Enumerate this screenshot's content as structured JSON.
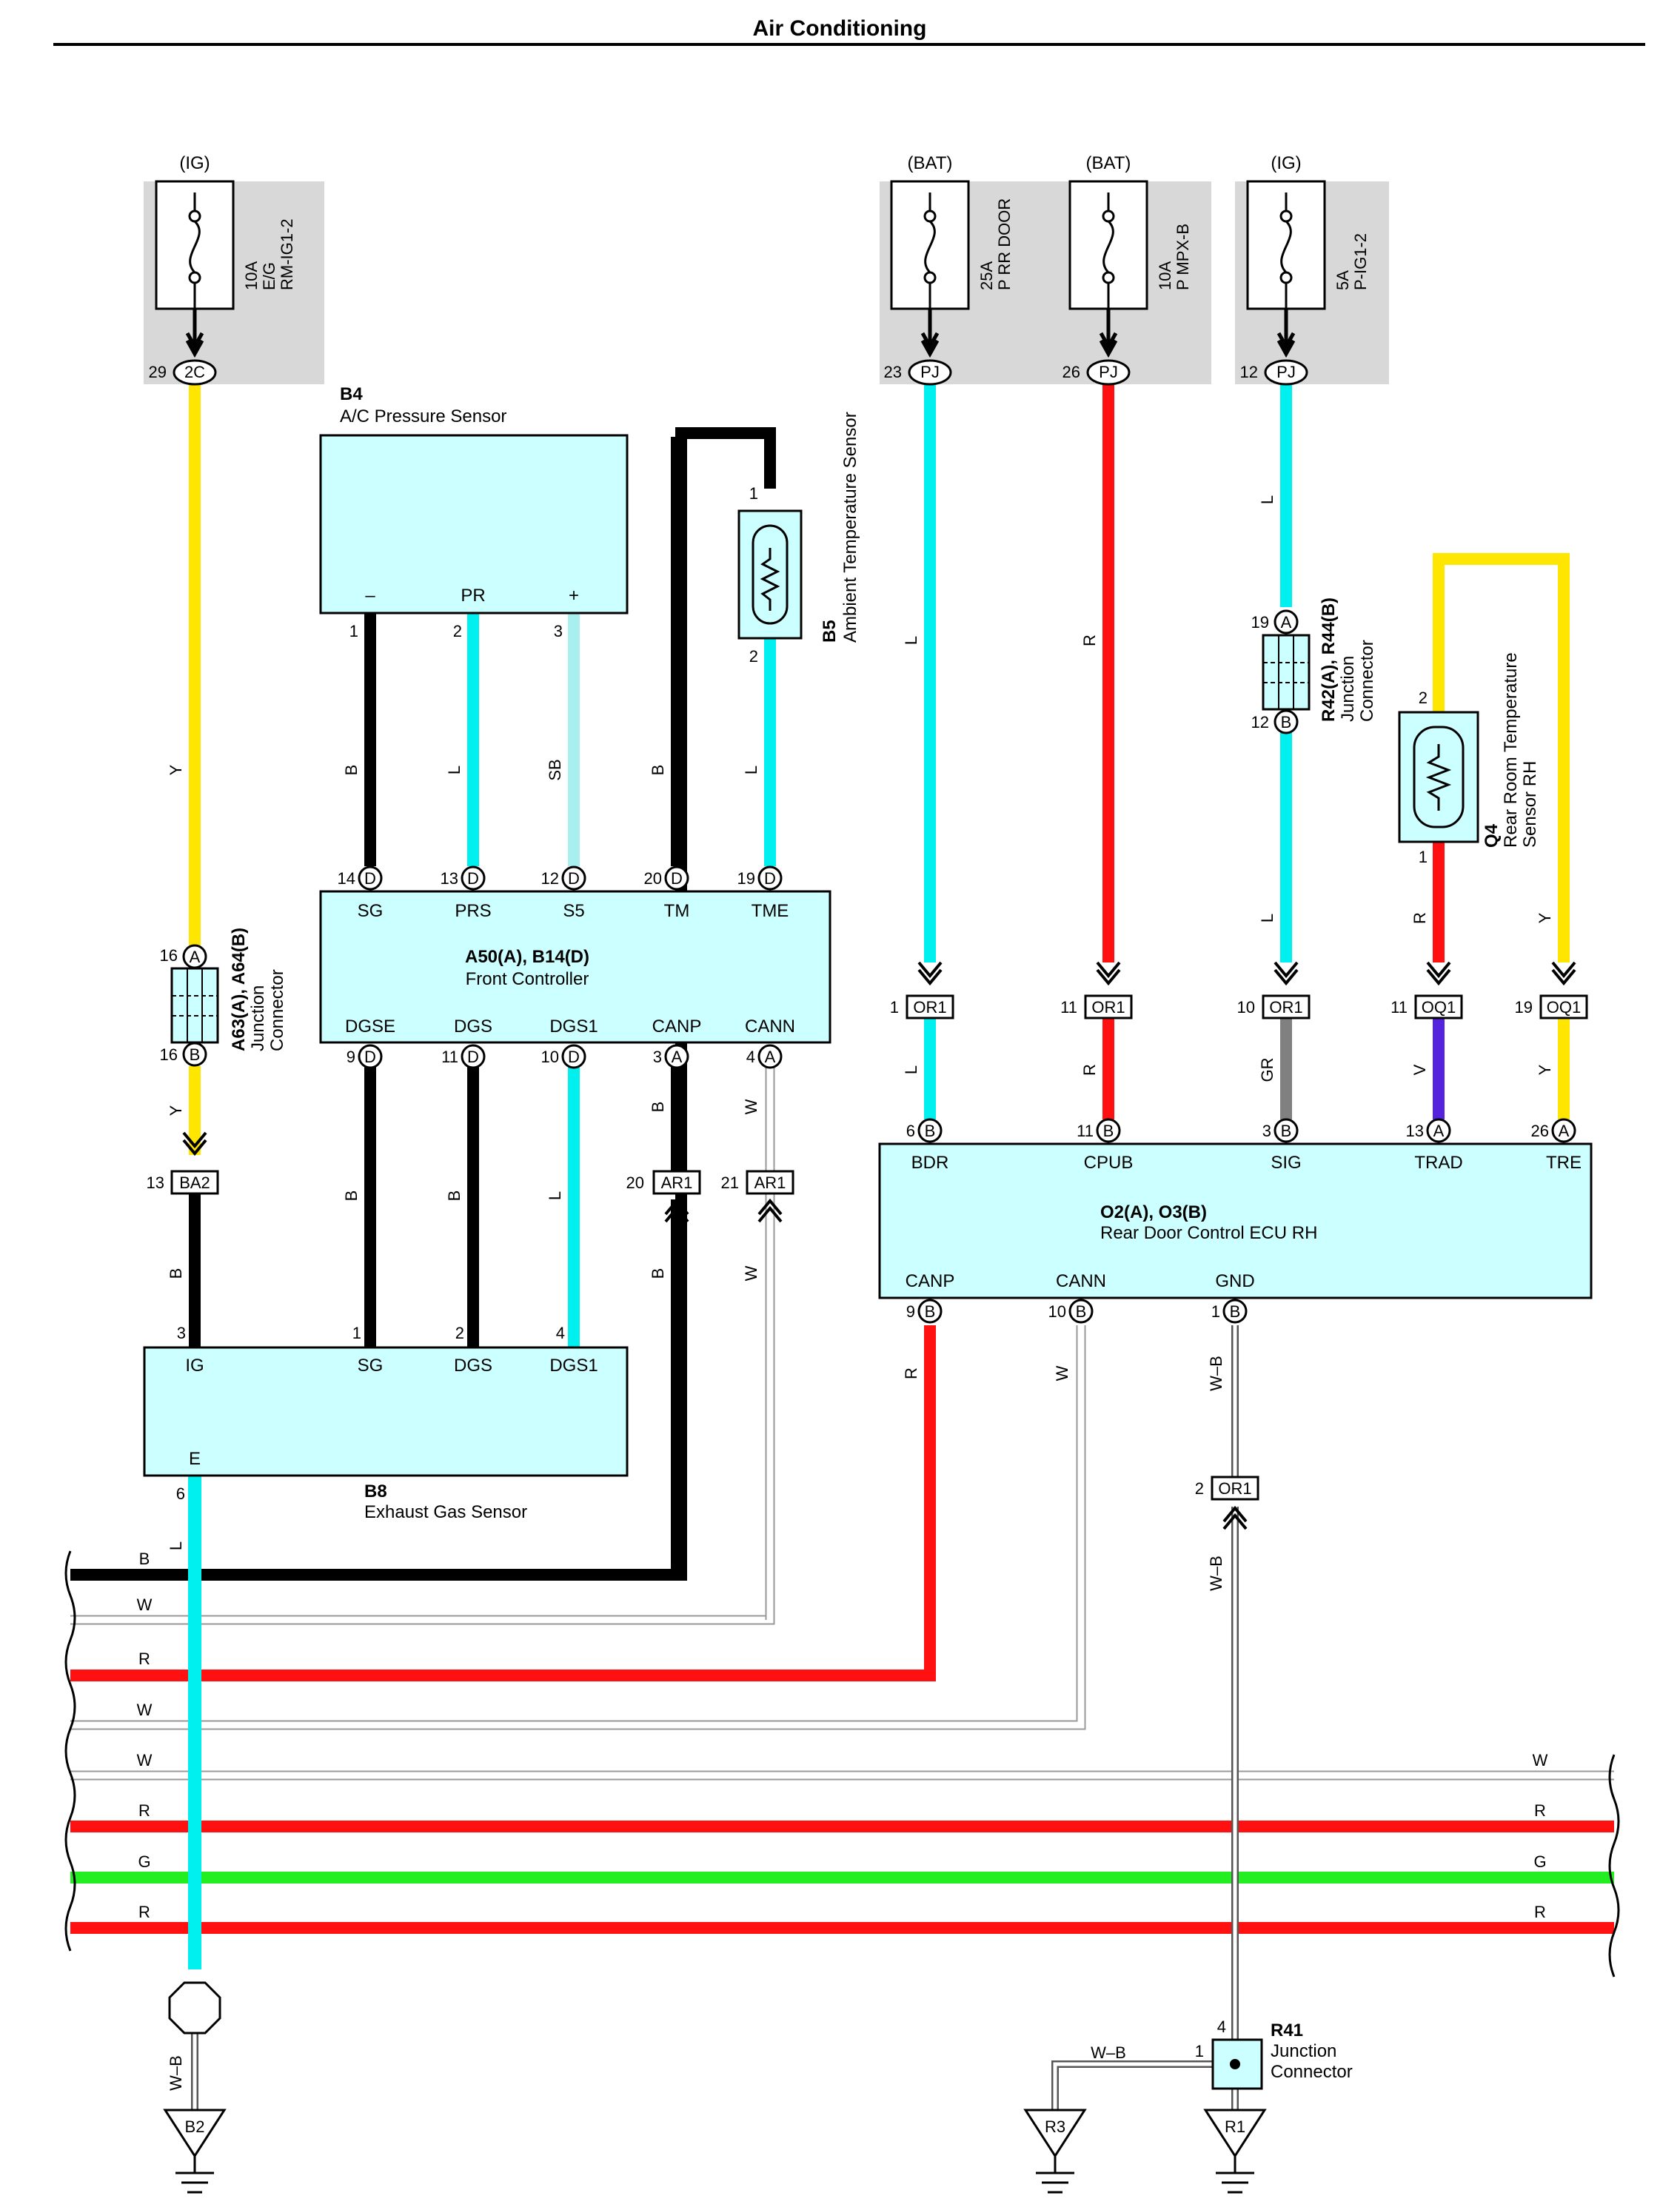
{
  "title": "Air Conditioning",
  "colors": {
    "Y": "#ffe600",
    "L": "#00f0f0",
    "R": "#ff1111",
    "B": "#000000",
    "SB": "#a8f0f0",
    "GR": "#808080",
    "V": "#5522dd",
    "G": "#22ee22",
    "W": "#ffffff",
    "box_fill": "#ccffff",
    "fuse_bg": "#d8d8d8"
  },
  "fuses": [
    {
      "source": "(IG)",
      "rating": "10A",
      "name1": "E/G",
      "name2": "RM-IG1-2",
      "pin": "29",
      "conn": "2C"
    },
    {
      "source": "(BAT)",
      "rating": "25A",
      "name1": "P RR DOOR",
      "name2": "",
      "pin": "23",
      "conn": "PJ"
    },
    {
      "source": "(BAT)",
      "rating": "10A",
      "name1": "P MPX-B",
      "name2": "",
      "pin": "26",
      "conn": "PJ"
    },
    {
      "source": "(IG)",
      "rating": "5A",
      "name1": "P-IG1-2",
      "name2": "",
      "pin": "12",
      "conn": "PJ"
    }
  ],
  "b4": {
    "code": "B4",
    "name": "A/C Pressure Sensor",
    "terminals": [
      "–",
      "PR",
      "+"
    ],
    "pins": [
      "1",
      "2",
      "3"
    ]
  },
  "b5": {
    "code": "B5",
    "name": "Ambient Temperature Sensor",
    "pin1": "1",
    "pin2": "2"
  },
  "front_controller": {
    "code": "A50(A), B14(D)",
    "name": "Front Controller",
    "top_terminals": [
      {
        "pin": "14",
        "conn": "D",
        "label": "SG"
      },
      {
        "pin": "13",
        "conn": "D",
        "label": "PRS"
      },
      {
        "pin": "12",
        "conn": "D",
        "label": "S5"
      },
      {
        "pin": "20",
        "conn": "D",
        "label": "TM"
      },
      {
        "pin": "19",
        "conn": "D",
        "label": "TME"
      }
    ],
    "bottom_terminals": [
      {
        "pin": "9",
        "conn": "D",
        "label": "DGSE"
      },
      {
        "pin": "11",
        "conn": "D",
        "label": "DGS"
      },
      {
        "pin": "10",
        "conn": "D",
        "label": "DGS1"
      },
      {
        "pin": "3",
        "conn": "A",
        "label": "CANP"
      },
      {
        "pin": "4",
        "conn": "A",
        "label": "CANN"
      }
    ]
  },
  "jc_a63": {
    "code": "A63(A), A64(B)",
    "line1": "Junction",
    "line2": "Connector",
    "pin_top": "16",
    "conn_top": "A",
    "pin_bot": "16",
    "conn_bot": "B"
  },
  "jc_r42": {
    "code": "R42(A), R44(B)",
    "line1": "Junction",
    "line2": "Connector",
    "pin_top": "19",
    "conn_top": "A",
    "pin_bot": "12",
    "conn_bot": "B"
  },
  "q4": {
    "code": "Q4",
    "line1": "Rear Room Temperature",
    "line2": "Sensor RH",
    "pin_top": "2",
    "pin_bot": "1"
  },
  "ba2": {
    "pin": "13",
    "conn": "BA2"
  },
  "ar1": [
    {
      "pin": "20",
      "conn": "AR1"
    },
    {
      "pin": "21",
      "conn": "AR1"
    }
  ],
  "exhaust_sensor": {
    "code": "B8",
    "name": "Exhaust Gas Sensor",
    "terminals": [
      {
        "pin": "3",
        "label": "IG"
      },
      {
        "pin": "1",
        "label": "SG"
      },
      {
        "pin": "2",
        "label": "DGS"
      },
      {
        "pin": "4",
        "label": "DGS1"
      }
    ],
    "e_label": "E",
    "e_pin": "6"
  },
  "rear_ecu": {
    "code": "O2(A), O3(B)",
    "name": "Rear Door Control ECU RH",
    "in_connectors": [
      {
        "pin": "1",
        "conn": "OR1"
      },
      {
        "pin": "11",
        "conn": "OR1"
      },
      {
        "pin": "10",
        "conn": "OR1"
      },
      {
        "pin": "11",
        "conn": "OQ1"
      },
      {
        "pin": "19",
        "conn": "OQ1"
      }
    ],
    "top_terminals": [
      {
        "pin": "6",
        "conn": "B",
        "label": "BDR"
      },
      {
        "pin": "11",
        "conn": "B",
        "label": "CPUB"
      },
      {
        "pin": "3",
        "conn": "B",
        "label": "SIG"
      },
      {
        "pin": "13",
        "conn": "A",
        "label": "TRAD"
      },
      {
        "pin": "26",
        "conn": "A",
        "label": "TRE"
      }
    ],
    "bottom_terminals": [
      {
        "pin": "9",
        "conn": "B",
        "label": "CANP"
      },
      {
        "pin": "10",
        "conn": "B",
        "label": "CANN"
      },
      {
        "pin": "1",
        "conn": "B",
        "label": "GND"
      }
    ]
  },
  "or1_ground": {
    "pin": "2",
    "conn": "OR1"
  },
  "r41": {
    "code": "R41",
    "line1": "Junction",
    "line2": "Connector",
    "pin_top": "4",
    "pin_side": "1"
  },
  "grounds": [
    "B2",
    "R3",
    "R1"
  ],
  "wire_labels": {
    "y1": "Y",
    "y2": "Y",
    "b_ba2": "B",
    "b_b4_1": "B",
    "l_b4_2": "L",
    "sb_b4_3": "SB",
    "b_tm": "B",
    "l_tme": "L",
    "b_dgse": "B",
    "b_dgs": "B",
    "l_dgs1": "L",
    "b_canp1": "B",
    "b_canp2": "B",
    "w_cann1": "W",
    "w_cann2": "W",
    "l_pj23": "L",
    "r_pj26": "R",
    "l_pj12a": "L",
    "l_pj12b": "L",
    "l_bdr": "L",
    "r_cpub": "R",
    "gr_sig": "GR",
    "v_trad": "V",
    "y_tre": "Y",
    "r_q4": "R",
    "y_q4": "Y",
    "r_canp": "R",
    "w_cann": "W",
    "wb_gnd1": "W–B",
    "wb_gnd2": "W–B",
    "l_e": "L",
    "wb_b2": "W–B",
    "wb_r3": "W–B",
    "bus_b": "B",
    "bus_w1": "W",
    "bus_r1": "R",
    "bus_w2": "W",
    "bus_w3": "W",
    "bus_r2": "R",
    "bus_g": "G",
    "bus_r3": "R",
    "bus_w3_r": "W",
    "bus_r2_r": "R",
    "bus_g_r": "G",
    "bus_r3_r": "R"
  }
}
